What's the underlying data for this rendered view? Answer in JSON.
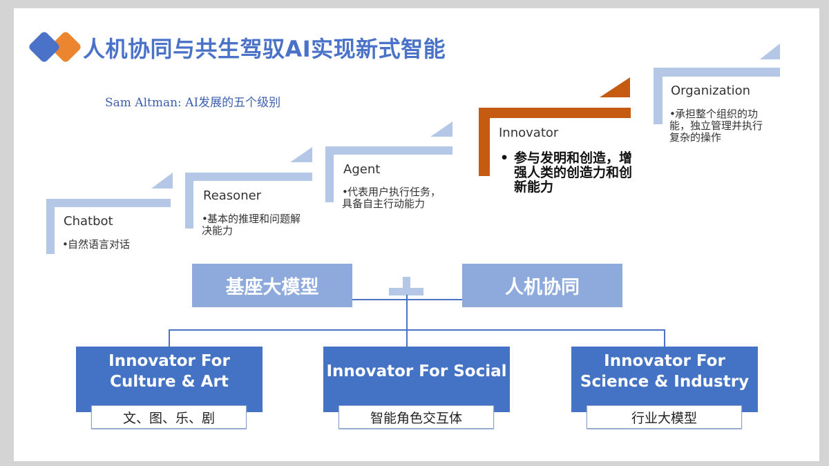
{
  "header": {
    "logo": {
      "left_color": "#4a72c8",
      "right_color": "#ec8530"
    },
    "title": "人机协同与共生驾驭AI实现新式智能",
    "subtitle": "Sam Altman: AI发展的五个级别"
  },
  "levels": [
    {
      "title": "Chatbot",
      "bullet": "•",
      "desc": "自然语言对话",
      "color": "#b4c7e7"
    },
    {
      "title": "Reasoner",
      "bullet": "•",
      "desc": "基本的推理和问题解决能力",
      "color": "#b4c7e7"
    },
    {
      "title": "Agent",
      "bullet": "•",
      "desc": "代表用户执行任务，具备自主行动能力",
      "color": "#b4c7e7"
    },
    {
      "title": "Innovator",
      "bullet": "•",
      "desc": "参与发明和创造，增强人类的创造力和创新能力",
      "color": "#c55a11",
      "highlighted": true
    },
    {
      "title": "Organization",
      "bullet": "•",
      "desc": "承担整个组织的功能，独立管理并执行复杂的操作",
      "color": "#b4c7e7"
    }
  ],
  "combine": {
    "left": "基座大模型",
    "operator": "+",
    "right": "人机协同"
  },
  "branches": [
    {
      "title": "Innovator For Culture & Art",
      "sub": "文、图、乐、剧"
    },
    {
      "title": "Innovator For Social",
      "sub": "智能角色交互体"
    },
    {
      "title": "Innovator For Science & Industry",
      "sub": "行业大模型"
    }
  ],
  "colors": {
    "accent_blue": "#4472c4",
    "light_blue": "#b4c7e7",
    "mid_blue": "#8eaadc",
    "orange": "#c55a11"
  }
}
